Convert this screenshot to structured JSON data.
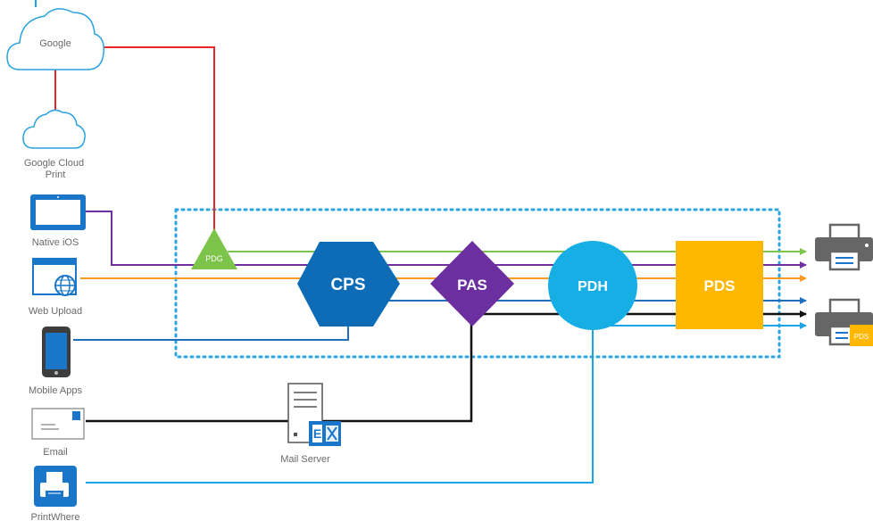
{
  "colors": {
    "google": "#e8262a",
    "ios": "#7030a0",
    "web": "#f59a23",
    "mobile": "#1f6fbf",
    "email": "#111111",
    "printwhere": "#1ba3e6",
    "pdg": "#7cc44a",
    "cps": "#0e6bb5",
    "pas": "#6b2fa0",
    "pdh": "#17aee6",
    "pds": "#ffb700",
    "boundary": "#2ba4e0",
    "icon_blue": "#1a76c9"
  },
  "sources": {
    "google": "Google",
    "google_cloud_print": [
      "Google Cloud",
      "Print"
    ],
    "native_ios": "Native iOS",
    "web_upload": "Web Upload",
    "mobile_apps": "Mobile Apps",
    "email": "Email",
    "printwhere": "PrintWhere",
    "mail_server": "Mail Server"
  },
  "nodes": {
    "pdg": "PDG",
    "cps": "CPS",
    "pas": "PAS",
    "pdh": "PDH",
    "pds": "PDS"
  },
  "printer_badge": "PDS",
  "icons": {
    "google": "cloud-icon",
    "google_cloud_print": "cloud-icon",
    "native_ios": "tablet-icon",
    "web_upload": "browser-globe-icon",
    "mobile_apps": "smartphone-icon",
    "email": "envelope-icon",
    "printwhere": "printer-app-icon",
    "mail_server": "exchange-server-icon",
    "output_printer_1": "printer-icon",
    "output_printer_2": "printer-icon"
  }
}
